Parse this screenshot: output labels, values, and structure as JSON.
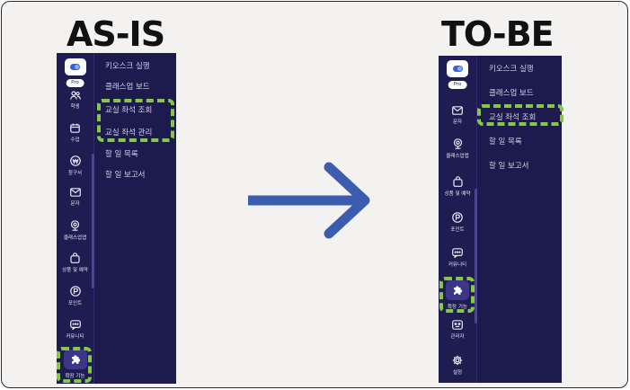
{
  "headings": {
    "as_is": "AS-IS",
    "to_be": "TO-BE"
  },
  "badge": "Pro",
  "colors": {
    "panel_bg": "#1d1a4d",
    "highlight": "#86c649",
    "arrow": "#3c5cae"
  },
  "as_is": {
    "rail": [
      {
        "label": "학생",
        "icon": "users-icon"
      },
      {
        "label": "수업",
        "icon": "calendar-icon"
      },
      {
        "label": "청구서",
        "icon": "won-icon"
      },
      {
        "label": "문자",
        "icon": "mail-icon"
      },
      {
        "label": "클래스업앱",
        "icon": "webcam-icon"
      },
      {
        "label": "상품 및 예약",
        "icon": "bag-icon"
      },
      {
        "label": "포인트",
        "icon": "point-icon"
      },
      {
        "label": "커뮤니티",
        "icon": "chat-icon"
      },
      {
        "label": "확장 기능",
        "icon": "puzzle-icon"
      }
    ],
    "menu": [
      "키오스크 실행",
      "클래스업 보드",
      "교실 좌석 조회",
      "교실 좌석 관리",
      "할 일 목록",
      "할 일 보고서"
    ]
  },
  "to_be": {
    "rail": [
      {
        "label": "문자",
        "icon": "mail-icon"
      },
      {
        "label": "클래스업앱",
        "icon": "webcam-icon"
      },
      {
        "label": "상품 및 예약",
        "icon": "bag-icon"
      },
      {
        "label": "포인트",
        "icon": "point-icon"
      },
      {
        "label": "커뮤니티",
        "icon": "chat-icon"
      },
      {
        "label": "확장 기능",
        "icon": "puzzle-icon"
      },
      {
        "label": "관리자",
        "icon": "admin-icon"
      },
      {
        "label": "설정",
        "icon": "gear-icon"
      }
    ],
    "menu": [
      "키오스크 실행",
      "클래스업 보드",
      "교실 좌석 조회",
      "할 일 목록",
      "할 일 보고서"
    ]
  }
}
